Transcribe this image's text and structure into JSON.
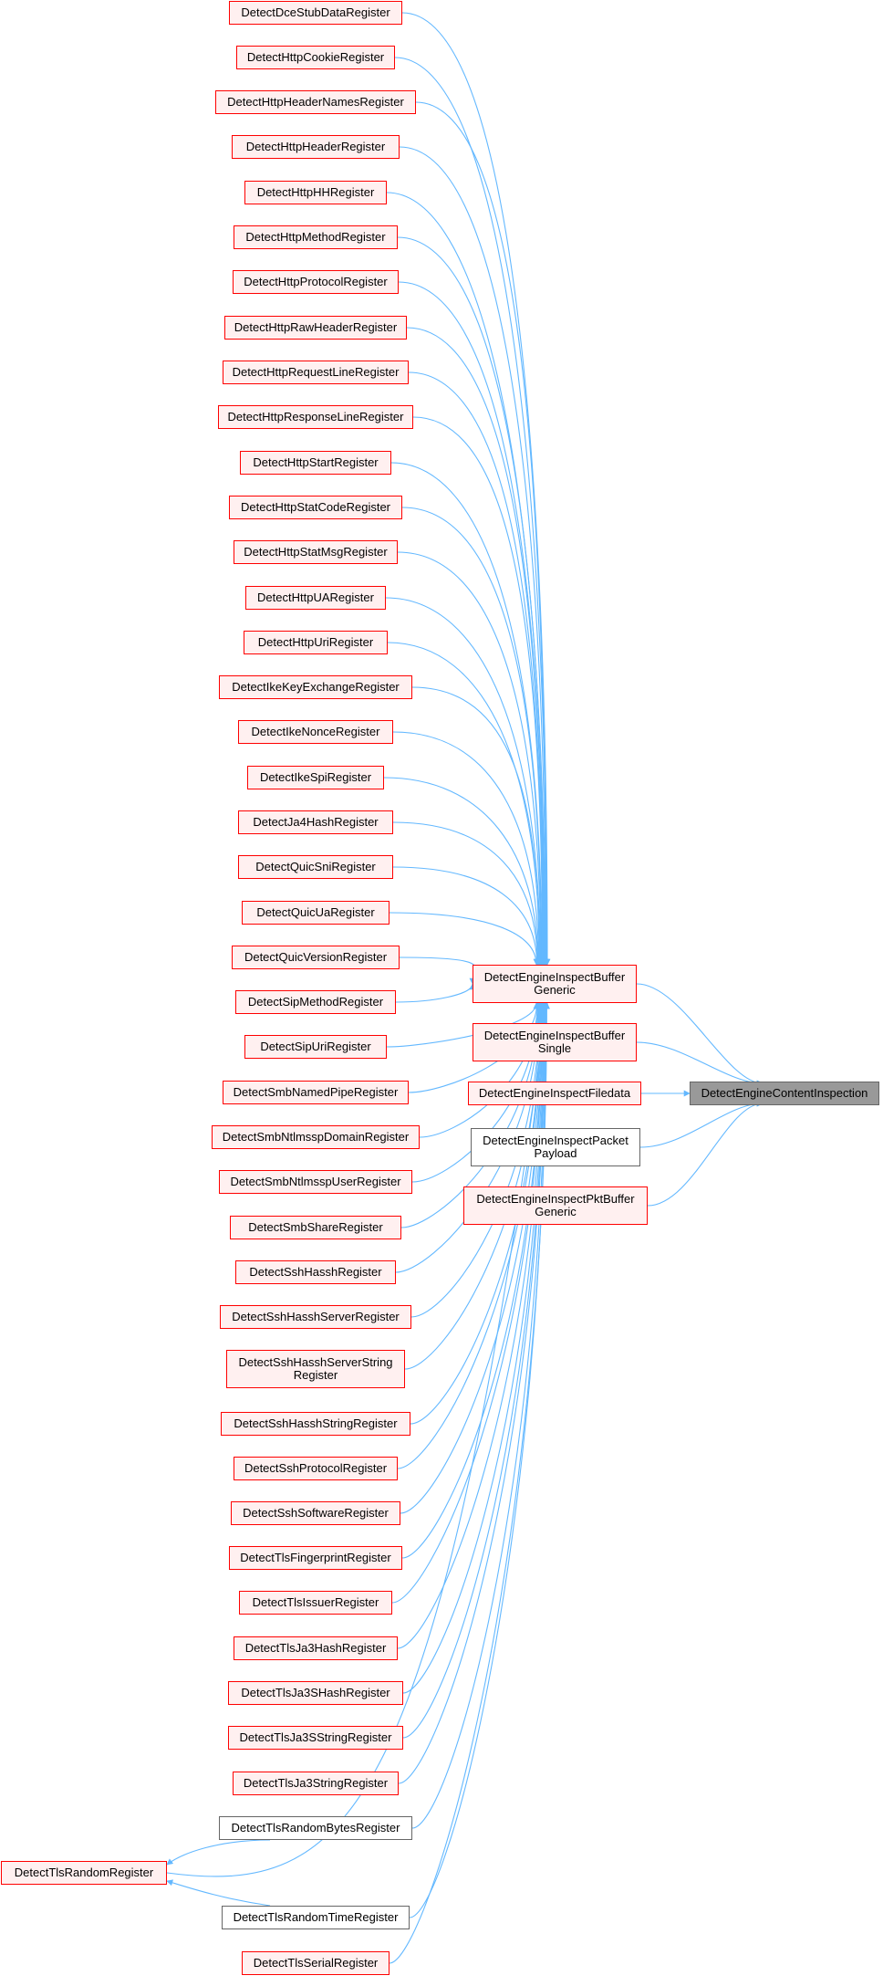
{
  "colors": {
    "edge": "#63b8ff",
    "red_border": "#ff0000",
    "red_fill": "#fff0f0",
    "gray_border": "#666666",
    "root_fill": "#999999"
  },
  "root": {
    "label": "DetectEngineContentInspection"
  },
  "middle": [
    {
      "id": "m0",
      "lines": [
        "DetectEngineInspectBuffer",
        "Generic"
      ],
      "style": "red"
    },
    {
      "id": "m1",
      "lines": [
        "DetectEngineInspectBuffer",
        "Single"
      ],
      "style": "red"
    },
    {
      "id": "m2",
      "lines": [
        "DetectEngineInspectFiledata"
      ],
      "style": "red"
    },
    {
      "id": "m3",
      "lines": [
        "DetectEngineInspectPacket",
        "Payload"
      ],
      "style": "plain"
    },
    {
      "id": "m4",
      "lines": [
        "DetectEngineInspectPktBuffer",
        "Generic"
      ],
      "style": "red"
    }
  ],
  "callers": [
    {
      "lines": [
        "DetectDceStubDataRegister"
      ],
      "style": "red"
    },
    {
      "lines": [
        "DetectHttpCookieRegister"
      ],
      "style": "red"
    },
    {
      "lines": [
        "DetectHttpHeaderNamesRegister"
      ],
      "style": "red"
    },
    {
      "lines": [
        "DetectHttpHeaderRegister"
      ],
      "style": "red"
    },
    {
      "lines": [
        "DetectHttpHHRegister"
      ],
      "style": "red"
    },
    {
      "lines": [
        "DetectHttpMethodRegister"
      ],
      "style": "red"
    },
    {
      "lines": [
        "DetectHttpProtocolRegister"
      ],
      "style": "red"
    },
    {
      "lines": [
        "DetectHttpRawHeaderRegister"
      ],
      "style": "red"
    },
    {
      "lines": [
        "DetectHttpRequestLineRegister"
      ],
      "style": "red"
    },
    {
      "lines": [
        "DetectHttpResponseLineRegister"
      ],
      "style": "red"
    },
    {
      "lines": [
        "DetectHttpStartRegister"
      ],
      "style": "red"
    },
    {
      "lines": [
        "DetectHttpStatCodeRegister"
      ],
      "style": "red"
    },
    {
      "lines": [
        "DetectHttpStatMsgRegister"
      ],
      "style": "red"
    },
    {
      "lines": [
        "DetectHttpUARegister"
      ],
      "style": "red"
    },
    {
      "lines": [
        "DetectHttpUriRegister"
      ],
      "style": "red"
    },
    {
      "lines": [
        "DetectIkeKeyExchangeRegister"
      ],
      "style": "red"
    },
    {
      "lines": [
        "DetectIkeNonceRegister"
      ],
      "style": "red"
    },
    {
      "lines": [
        "DetectIkeSpiRegister"
      ],
      "style": "red"
    },
    {
      "lines": [
        "DetectJa4HashRegister"
      ],
      "style": "red"
    },
    {
      "lines": [
        "DetectQuicSniRegister"
      ],
      "style": "red"
    },
    {
      "lines": [
        "DetectQuicUaRegister"
      ],
      "style": "red"
    },
    {
      "lines": [
        "DetectQuicVersionRegister"
      ],
      "style": "red"
    },
    {
      "lines": [
        "DetectSipMethodRegister"
      ],
      "style": "red"
    },
    {
      "lines": [
        "DetectSipUriRegister"
      ],
      "style": "red"
    },
    {
      "lines": [
        "DetectSmbNamedPipeRegister"
      ],
      "style": "red"
    },
    {
      "lines": [
        "DetectSmbNtlmsspDomainRegister"
      ],
      "style": "red"
    },
    {
      "lines": [
        "DetectSmbNtlmsspUserRegister"
      ],
      "style": "red"
    },
    {
      "lines": [
        "DetectSmbShareRegister"
      ],
      "style": "red"
    },
    {
      "lines": [
        "DetectSshHasshRegister"
      ],
      "style": "red"
    },
    {
      "lines": [
        "DetectSshHasshServerRegister"
      ],
      "style": "red"
    },
    {
      "lines": [
        "DetectSshHasshServerString",
        "Register"
      ],
      "style": "red"
    },
    {
      "lines": [
        "DetectSshHasshStringRegister"
      ],
      "style": "red"
    },
    {
      "lines": [
        "DetectSshProtocolRegister"
      ],
      "style": "red"
    },
    {
      "lines": [
        "DetectSshSoftwareRegister"
      ],
      "style": "red"
    },
    {
      "lines": [
        "DetectTlsFingerprintRegister"
      ],
      "style": "red"
    },
    {
      "lines": [
        "DetectTlsIssuerRegister"
      ],
      "style": "red"
    },
    {
      "lines": [
        "DetectTlsJa3HashRegister"
      ],
      "style": "red"
    },
    {
      "lines": [
        "DetectTlsJa3SHashRegister"
      ],
      "style": "red"
    },
    {
      "lines": [
        "DetectTlsJa3SStringRegister"
      ],
      "style": "red"
    },
    {
      "lines": [
        "DetectTlsJa3StringRegister"
      ],
      "style": "red"
    },
    {
      "lines": [
        "DetectTlsRandomBytesRegister"
      ],
      "style": "plain"
    },
    {
      "lines": [
        "DetectTlsRandomTimeRegister"
      ],
      "style": "plain"
    },
    {
      "lines": [
        "DetectTlsSerialRegister"
      ],
      "style": "red"
    }
  ],
  "extra": {
    "lines": [
      "DetectTlsRandomRegister"
    ],
    "style": "red"
  }
}
